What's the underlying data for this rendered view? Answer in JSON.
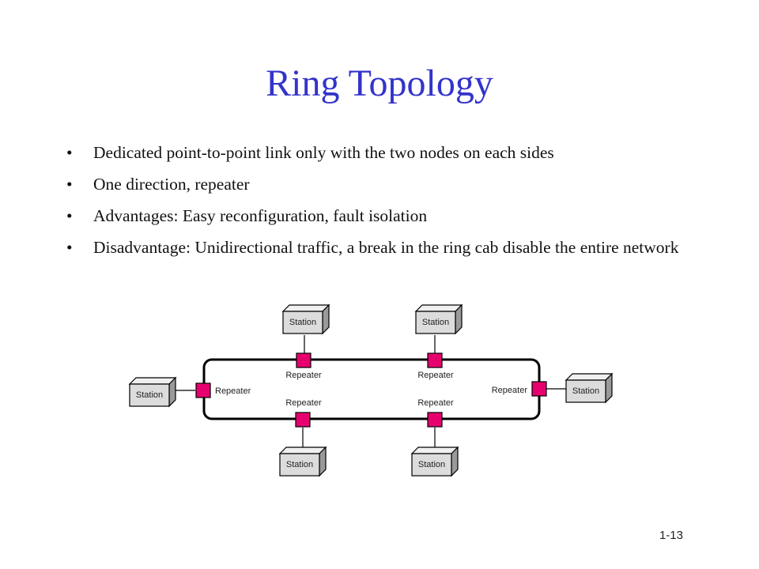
{
  "slide": {
    "title": "Ring Topology",
    "bullets": [
      "Dedicated point-to-point link only with the two nodes on each sides",
      "One direction, repeater",
      "Advantages: Easy reconfiguration, fault isolation",
      "Disadvantage: Unidirectional traffic, a break in the ring cab disable the entire network"
    ],
    "slide_number": "1-13"
  },
  "diagram": {
    "station_label": "Station",
    "repeater_label": "Repeater",
    "repeater_color": "#e6006e",
    "station_color": "#dcdcdc"
  }
}
